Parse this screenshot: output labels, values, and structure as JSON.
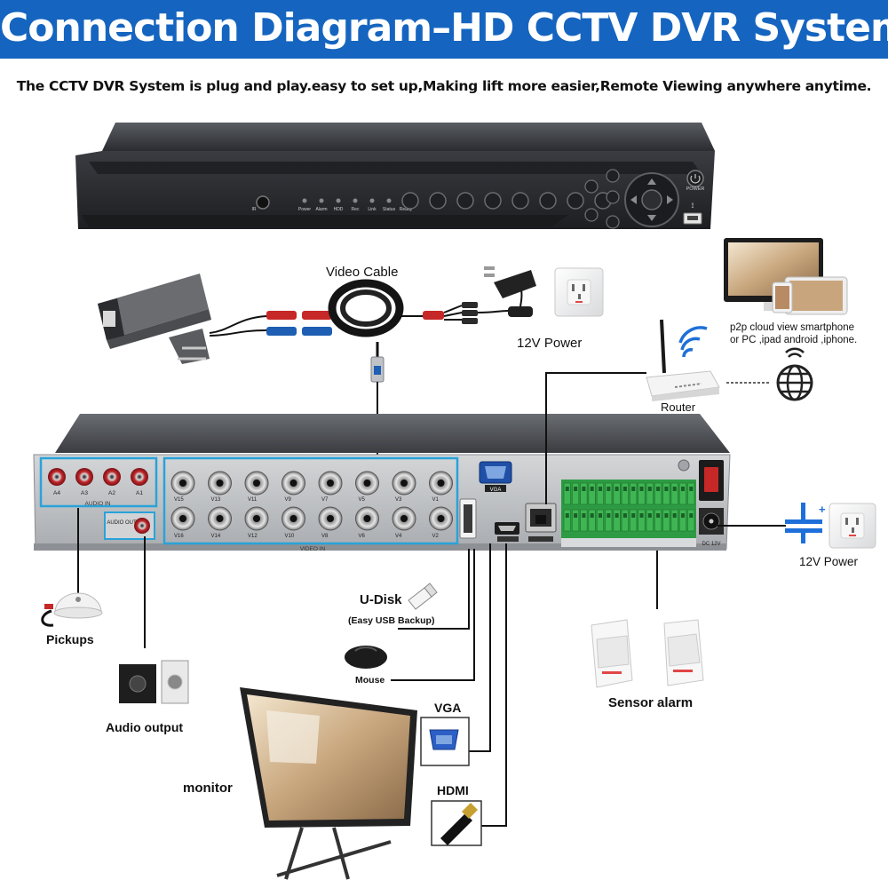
{
  "header": {
    "title": "Connection Diagram–HD CCTV DVR System",
    "subtitle": "The CCTV DVR System is plug and play.easy to set up,Making lift more easier,Remote Viewing anywhere anytime."
  },
  "front_panel": {
    "indicators": [
      "IR",
      "Power",
      "Alarm",
      "HDD",
      "Rec",
      "Link",
      "Status",
      "Ready"
    ],
    "power_label": "POWER"
  },
  "labels": {
    "video_cable": "Video Cable",
    "power_12v_top": "12V Power",
    "router": "Router",
    "p2p_text": "p2p cloud view smartphone\nor PC ,ipad android ,iphone.",
    "power_12v_right": "12V Power",
    "pickups": "Pickups",
    "audio_output": "Audio output",
    "udisk": "U-Disk",
    "udisk_note": "(Easy USB Backup)",
    "mouse": "Mouse",
    "vga": "VGA",
    "hdmi": "HDMI",
    "monitor": "monitor",
    "sensor_alarm": "Sensor alarm"
  },
  "rear_panel": {
    "audio_in_ports": [
      "A4",
      "A3",
      "A2",
      "A1"
    ],
    "audio_in_label": "AUDIO IN",
    "audio_out_label": "AUDIO OUT",
    "video_in_top": [
      "V15",
      "V13",
      "V11",
      "V9",
      "V7",
      "V5",
      "V3",
      "V1"
    ],
    "video_in_bottom": [
      "V16",
      "V14",
      "V12",
      "V10",
      "V8",
      "V6",
      "V4",
      "V2"
    ],
    "video_in_label": "VIDEO IN",
    "vga_port_label": "VGA",
    "dc_label": "DC 12V"
  },
  "colors": {
    "banner": "#1565c0",
    "highlight_box": "#29a3d9",
    "terminal_green": "#3aa64a",
    "dvr_body": "#2b2d31"
  }
}
